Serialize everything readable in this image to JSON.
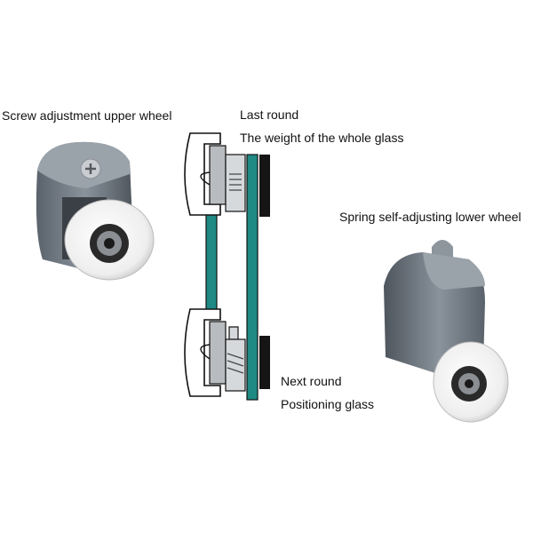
{
  "labels": {
    "upper_wheel": "Screw adjustment upper wheel",
    "last_round": "Last round",
    "whole_glass": "The weight of the whole glass",
    "lower_wheel": "Spring self-adjusting lower wheel",
    "next_round": "Next round",
    "positioning_glass": "Positioning glass"
  },
  "colors": {
    "housing_gray": "#6e7680",
    "glass_teal": "#1f8a84",
    "wheel_white": "#f4f4f4",
    "bearing_dark": "#2a2a2a",
    "outline": "#111111"
  },
  "icons": {
    "upper_wheel": "roller-wheel-screw-icon",
    "lower_wheel": "roller-wheel-spring-icon"
  }
}
